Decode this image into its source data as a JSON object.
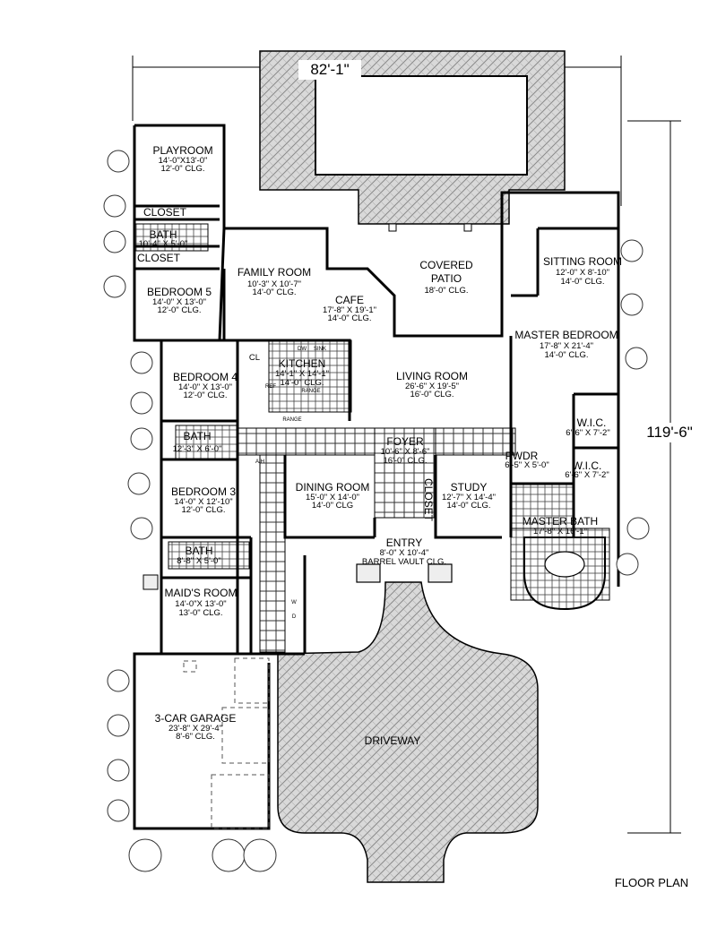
{
  "overall": {
    "width": "82'-1\"",
    "depth": "119'-6\""
  },
  "caption": "FLOOR PLAN",
  "rooms": [
    {
      "id": "playroom",
      "name": "PLAYROOM",
      "size": "14'-0\"X13'-0\"",
      "clg": "12'-0\" CLG."
    },
    {
      "id": "closet1",
      "name": "CLOSET"
    },
    {
      "id": "bath-upper",
      "name": "BATH",
      "size": "10'-4\" X 5'-0\""
    },
    {
      "id": "closet2",
      "name": "CLOSET"
    },
    {
      "id": "bedroom5",
      "name": "BEDROOM 5",
      "size": "14'-0\" X 13'-0\"",
      "clg": "12'-0\" CLG."
    },
    {
      "id": "family",
      "name": "FAMILY ROOM",
      "size": "10'-3\" X 10'-7\"",
      "clg": "14'-0\" CLG."
    },
    {
      "id": "cafe",
      "name": "CAFE",
      "size": "17'-8\" X 19'-1\"",
      "clg": "14'-0\" CLG."
    },
    {
      "id": "patio",
      "name": "COVERED",
      "name2": "PATIO",
      "clg": "18'-0\" CLG."
    },
    {
      "id": "sitting",
      "name": "SITTING ROOM",
      "size": "12'-0\" X 8'-10\"",
      "clg": "14'-0\" CLG."
    },
    {
      "id": "master",
      "name": "MASTER BEDROOM",
      "size": "17'-8\" X 21'-4\"",
      "clg": "14'-0\" CLG."
    },
    {
      "id": "bedroom4",
      "name": "BEDROOM 4",
      "size": "14'-0\" X 13'-0\"",
      "clg": "12'-0\" CLG."
    },
    {
      "id": "kitchen",
      "name": "KITCHEN",
      "size": "14'-1\" X 14'-1\"",
      "clg": "14'-0\" CLG."
    },
    {
      "id": "living",
      "name": "LIVING ROOM",
      "size": "26'-6\" X 19'-5\"",
      "clg": "16'-0\" CLG."
    },
    {
      "id": "wic1",
      "name": "W.I.C.",
      "size": "6'-6\" X 7'-2\""
    },
    {
      "id": "bath-mid",
      "name": "BATH",
      "size": "12'-3\" X 6'-0\""
    },
    {
      "id": "foyer",
      "name": "FOYER",
      "size": "10'-6\" X 8'-6\"",
      "clg": "16'-0\" CLG."
    },
    {
      "id": "pwdr",
      "name": "PWDR",
      "size": "6'-5\" X 5'-0\""
    },
    {
      "id": "wic2",
      "name": "W.I.C.",
      "size": "6'-6\" X 7'-2\""
    },
    {
      "id": "bedroom3",
      "name": "BEDROOM 3",
      "size": "14'-0\" X 12'-10\"",
      "clg": "12'-0\" CLG."
    },
    {
      "id": "dining",
      "name": "DINING ROOM",
      "size": "15'-0\" X 14'-0\"",
      "clg": "14'-0\" CLG"
    },
    {
      "id": "closet3",
      "name": "CLOSET"
    },
    {
      "id": "study",
      "name": "STUDY",
      "size": "12'-7\" X 14'-4\"",
      "clg": "14'-0\" CLG."
    },
    {
      "id": "masterbath",
      "name": "MASTER BATH",
      "size": "17'-8\" X 16'-1\""
    },
    {
      "id": "bath-lower",
      "name": "BATH",
      "size": "8'-8\" X 5'-0\""
    },
    {
      "id": "entry",
      "name": "ENTRY",
      "size": "8'-0\" X 10'-4\"",
      "clg": "BARREL VAULT CLG."
    },
    {
      "id": "maids",
      "name": "MAID'S ROOM",
      "size": "14'-0\"X 13'-0\"",
      "clg": "13'-0\" CLG."
    },
    {
      "id": "garage",
      "name": "3-CAR GARAGE",
      "size": "23'-8\" X 29'-4\"",
      "clg": "8'-6\" CLG."
    },
    {
      "id": "driveway",
      "name": "DRIVEWAY"
    }
  ],
  "fixtures": {
    "dw": "DW",
    "sink": "SINK",
    "ref": "REF",
    "range": "RANGE",
    "range2": "RANGE",
    "cl": "CL",
    "ah": "A/H",
    "w": "W",
    "d": "D"
  }
}
